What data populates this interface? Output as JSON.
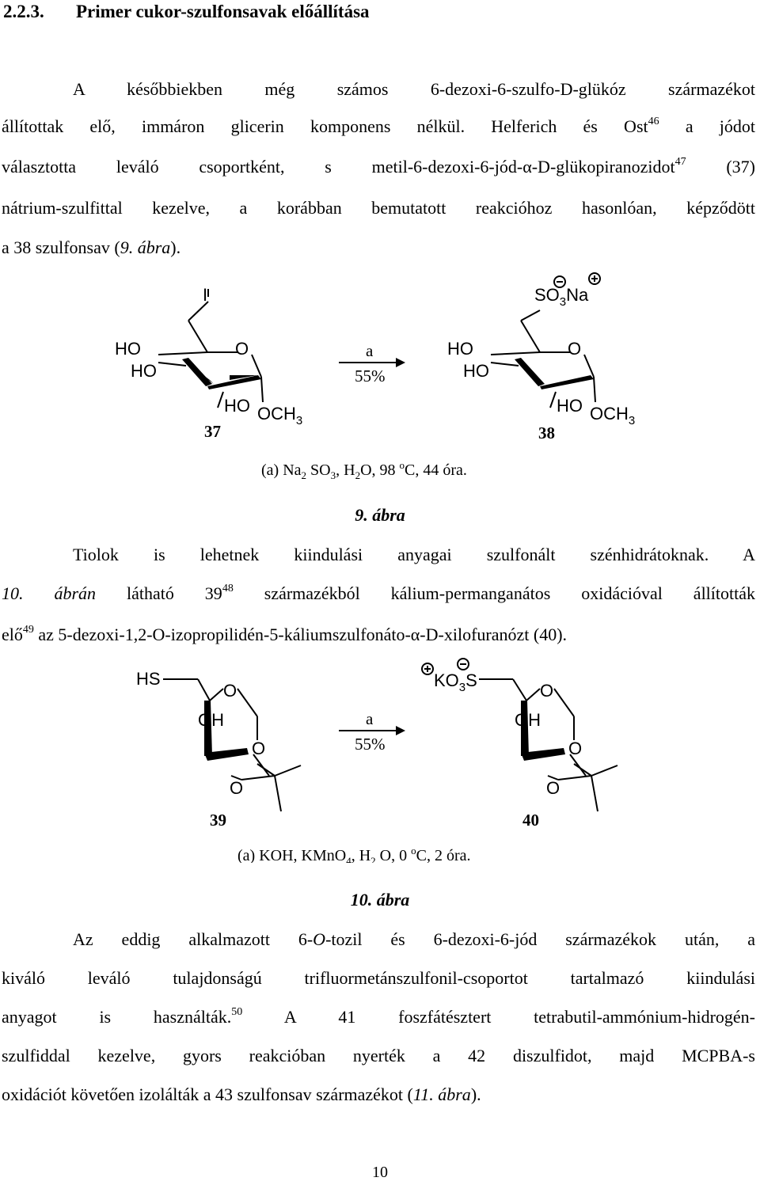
{
  "section": {
    "number": "2.2.3.",
    "title": "Primer cukor-szulfonsavak előállítása"
  },
  "para1": {
    "l1": "A későbbiekben még számos 6-dezoxi-6-szulfo-D-glükóz származékot",
    "l2a": "állítottak elő, immáron glicerin komponens nélkül. Helferich és Ost",
    "l2sup": "46",
    "l2b": " a jódot",
    "l3a": "választotta leváló csoportként, s metil-6-dezoxi-6-jód-α-D-glükopiranozidot",
    "l3sup": "47",
    "l3b": " (37)",
    "l4": "nátrium-szulfittal kezelve, a korábban bemutatott reakcióhoz hasonlóan, képződött",
    "l5a": "a 38 szulfonsav (",
    "l5ref": "9. ábra",
    "l5b": ")."
  },
  "figure9": {
    "reagent_label": "a",
    "yield": "55%",
    "compound1": "37",
    "compound2": "38",
    "conditions": "(a) Na2SO3, H2O, 98 oC, 44 óra.",
    "caption": "9. ábra",
    "labels": {
      "I": "I",
      "HO": "HO",
      "O": "O",
      "OCH3": "OCH3",
      "SO3Na": "SO3Na"
    }
  },
  "para2": {
    "l1": "Tiolok is lehetnek kiindulási anyagai szulfonált szénhidrátoknak. A",
    "l2ref": "10. ábrán",
    "l2a": " látható 39",
    "l2sup": "48",
    "l2b": " származékból kálium-permanganátos oxidációval állították",
    "l3a": "elő",
    "l3sup": "49",
    "l3b": " az 5-dezoxi-1,2-O-izopropilidén-5-káliumszulfonáto-α-D-xilofuranózt (40)."
  },
  "figure10": {
    "reagent_label": "a",
    "yield": "55%",
    "compound1": "39",
    "compound2": "40",
    "conditions": "(a) KOH, KMnO4, H2O, 0 oC, 2 óra.",
    "caption": "10. ábra",
    "labels": {
      "HS": "HS",
      "OH": "OH",
      "O": "O",
      "KO3S": "KO3S"
    }
  },
  "para3": {
    "l1a": "Az eddig alkalmazott 6-",
    "l1o": "O",
    "l1b": "-tozil és 6-dezoxi-6-jód származékok után, a",
    "l2": "kiváló leváló tulajdonságú trifluormetánszulfonil-csoportot tartalmazó kiindulási",
    "l3a": "anyagot is használták.",
    "l3sup": "50",
    "l3b": " A 41 foszfátésztert tetrabutil-ammónium-hidrogén-",
    "l4": "szulfiddal kezelve, gyors reakcióban nyerték a 42 diszulfidot, majd MCPBA-s",
    "l5a": "oxidációt követően izolálták a 43 szulfonsav származékot (",
    "l5ref": "11. ábra",
    "l5b": ")."
  },
  "page_number": "10"
}
